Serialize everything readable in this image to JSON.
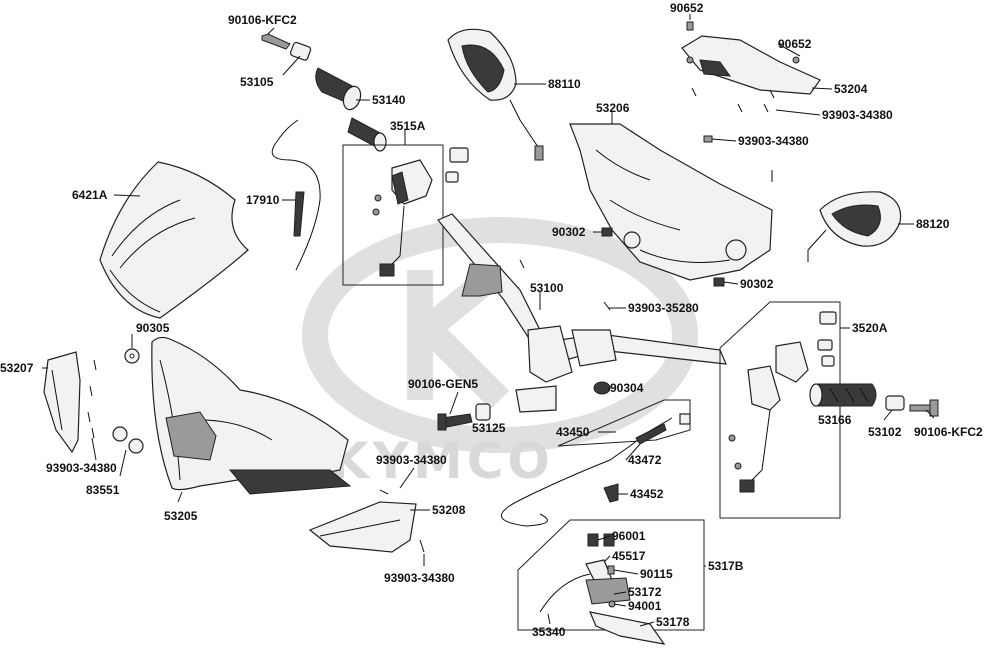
{
  "watermark": {
    "text": "KYMCO"
  },
  "labels": [
    {
      "key": "p90106_kfc2_a",
      "text": "90106-KFC2"
    },
    {
      "key": "p53105",
      "text": "53105"
    },
    {
      "key": "p53140",
      "text": "53140"
    },
    {
      "key": "p88110",
      "text": "88110"
    },
    {
      "key": "p90652_a",
      "text": "90652"
    },
    {
      "key": "p90652_b",
      "text": "90652"
    },
    {
      "key": "p53204",
      "text": "53204"
    },
    {
      "key": "p93903_34380_a",
      "text": "93903-34380"
    },
    {
      "key": "p53206",
      "text": "53206"
    },
    {
      "key": "p93903_34380_b",
      "text": "93903-34380"
    },
    {
      "key": "p3515a",
      "text": "3515A"
    },
    {
      "key": "p6421a",
      "text": "6421A"
    },
    {
      "key": "p17910",
      "text": "17910"
    },
    {
      "key": "p90302_a",
      "text": "90302"
    },
    {
      "key": "p88120",
      "text": "88120"
    },
    {
      "key": "p90302_b",
      "text": "90302"
    },
    {
      "key": "p53100",
      "text": "53100"
    },
    {
      "key": "p93903_35280",
      "text": "93903-35280"
    },
    {
      "key": "p90305",
      "text": "90305"
    },
    {
      "key": "p3520a",
      "text": "3520A"
    },
    {
      "key": "p53207",
      "text": "53207"
    },
    {
      "key": "p90106_gen5",
      "text": "90106-GEN5"
    },
    {
      "key": "p90304",
      "text": "90304"
    },
    {
      "key": "p53125",
      "text": "53125"
    },
    {
      "key": "p53166",
      "text": "53166"
    },
    {
      "key": "p53102",
      "text": "53102"
    },
    {
      "key": "p90106_kfc2_b",
      "text": "90106-KFC2"
    },
    {
      "key": "p43450",
      "text": "43450"
    },
    {
      "key": "p43472",
      "text": "43472"
    },
    {
      "key": "p93903_34380_c",
      "text": "93903-34380"
    },
    {
      "key": "p83551",
      "text": "83551"
    },
    {
      "key": "p93903_34380_d",
      "text": "93903-34380"
    },
    {
      "key": "p43452",
      "text": "43452"
    },
    {
      "key": "p53205",
      "text": "53205"
    },
    {
      "key": "p53208",
      "text": "53208"
    },
    {
      "key": "p96001",
      "text": "96001"
    },
    {
      "key": "p45517",
      "text": "45517"
    },
    {
      "key": "p5317b",
      "text": "5317B"
    },
    {
      "key": "p90115",
      "text": "90115"
    },
    {
      "key": "p93903_34380_e",
      "text": "93903-34380"
    },
    {
      "key": "p53172",
      "text": "53172"
    },
    {
      "key": "p94001",
      "text": "94001"
    },
    {
      "key": "p35340",
      "text": "35340"
    },
    {
      "key": "p53178",
      "text": "53178"
    }
  ]
}
